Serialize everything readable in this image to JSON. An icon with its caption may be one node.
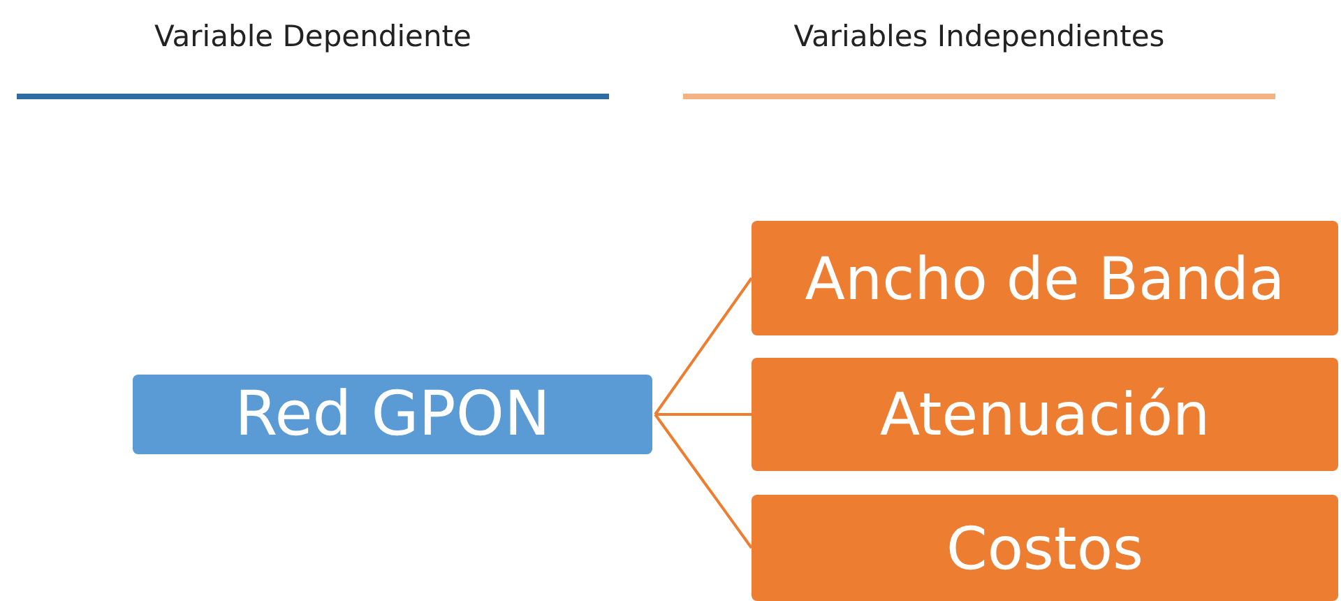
{
  "diagram": {
    "nodes": [
      {
        "text": [
          "Red GPON"
        ]
      },
      {
        "text": [
          "Ancho de Banda"
        ]
      },
      {
        "text": [
          "Atenuación"
        ]
      },
      {
        "text": [
          "Costos"
        ]
      }
    ],
    "edges": [
      {
        "from": 0,
        "to": 1,
        "arrow": "none"
      },
      {
        "from": 0,
        "to": 2,
        "arrow": "none"
      },
      {
        "from": 0,
        "to": 3,
        "arrow": "none"
      }
    ],
    "labels": [
      "Variable Dependiente",
      "Variables Independientes"
    ]
  }
}
